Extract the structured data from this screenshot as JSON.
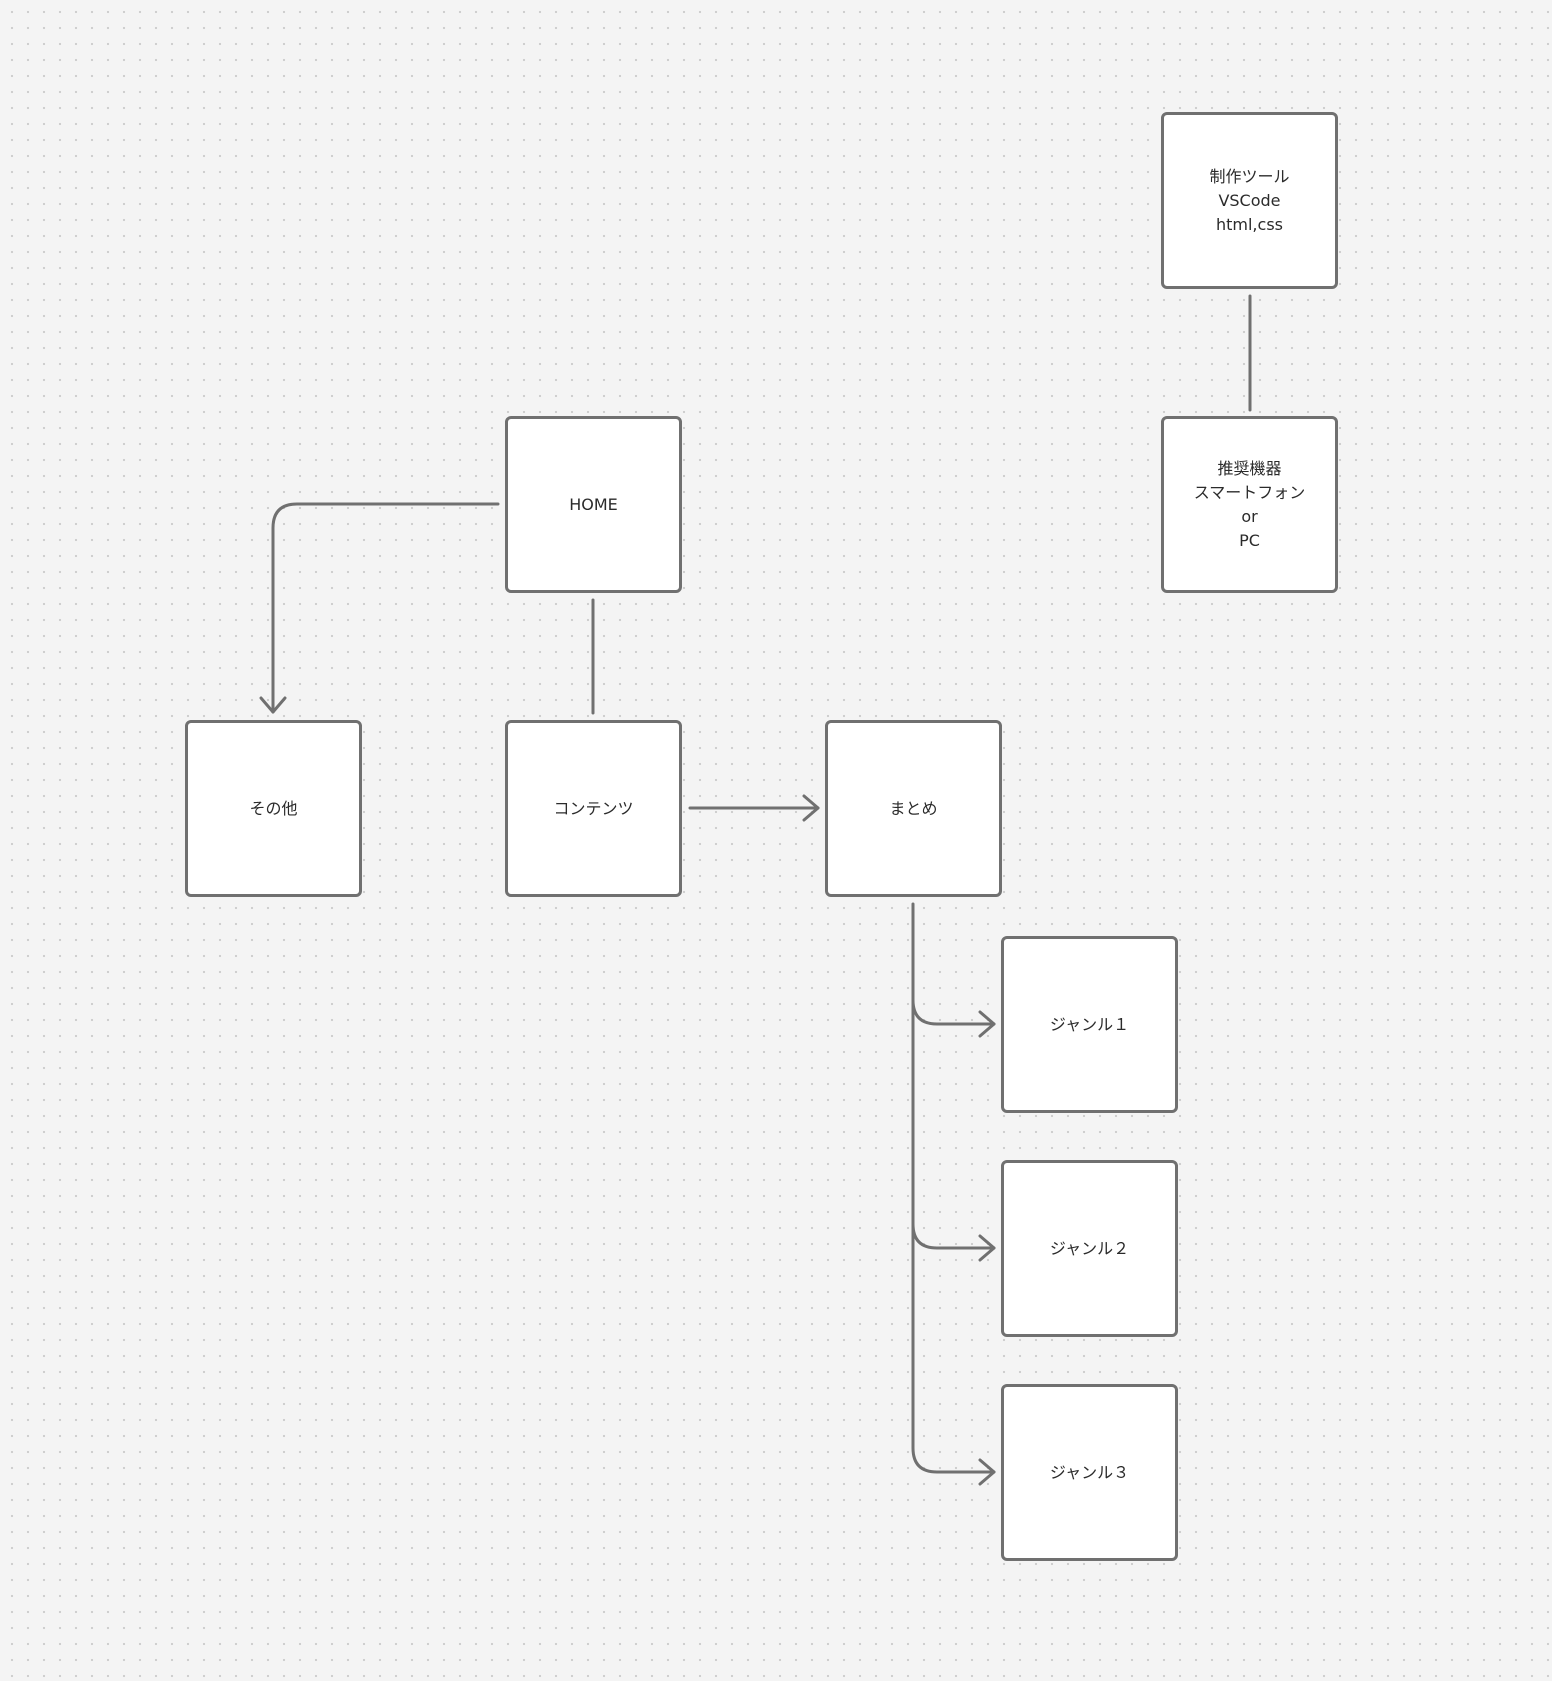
{
  "diagram": {
    "nodes": {
      "tools": "制作ツール\nVSCode\nhtml,css",
      "devices": "推奨機器\nスマートフォン\nor\nPC",
      "home": "HOME",
      "other": "その他",
      "contents": "コンテンツ",
      "summary": "まとめ",
      "genre1": "ジャンル１",
      "genre2": "ジャンル２",
      "genre3": "ジャンル３"
    },
    "edges": [
      {
        "from": "tools",
        "to": "devices",
        "arrow": false
      },
      {
        "from": "home",
        "to": "contents",
        "arrow": false
      },
      {
        "from": "home",
        "to": "other",
        "arrow": true
      },
      {
        "from": "contents",
        "to": "summary",
        "arrow": true
      },
      {
        "from": "summary",
        "to": "genre1",
        "arrow": true
      },
      {
        "from": "summary",
        "to": "genre2",
        "arrow": true
      },
      {
        "from": "summary",
        "to": "genre3",
        "arrow": true
      }
    ],
    "colors": {
      "background": "#f4f4f4",
      "node_fill": "#ffffff",
      "stroke": "#707070",
      "text": "#2b2b2b"
    }
  }
}
